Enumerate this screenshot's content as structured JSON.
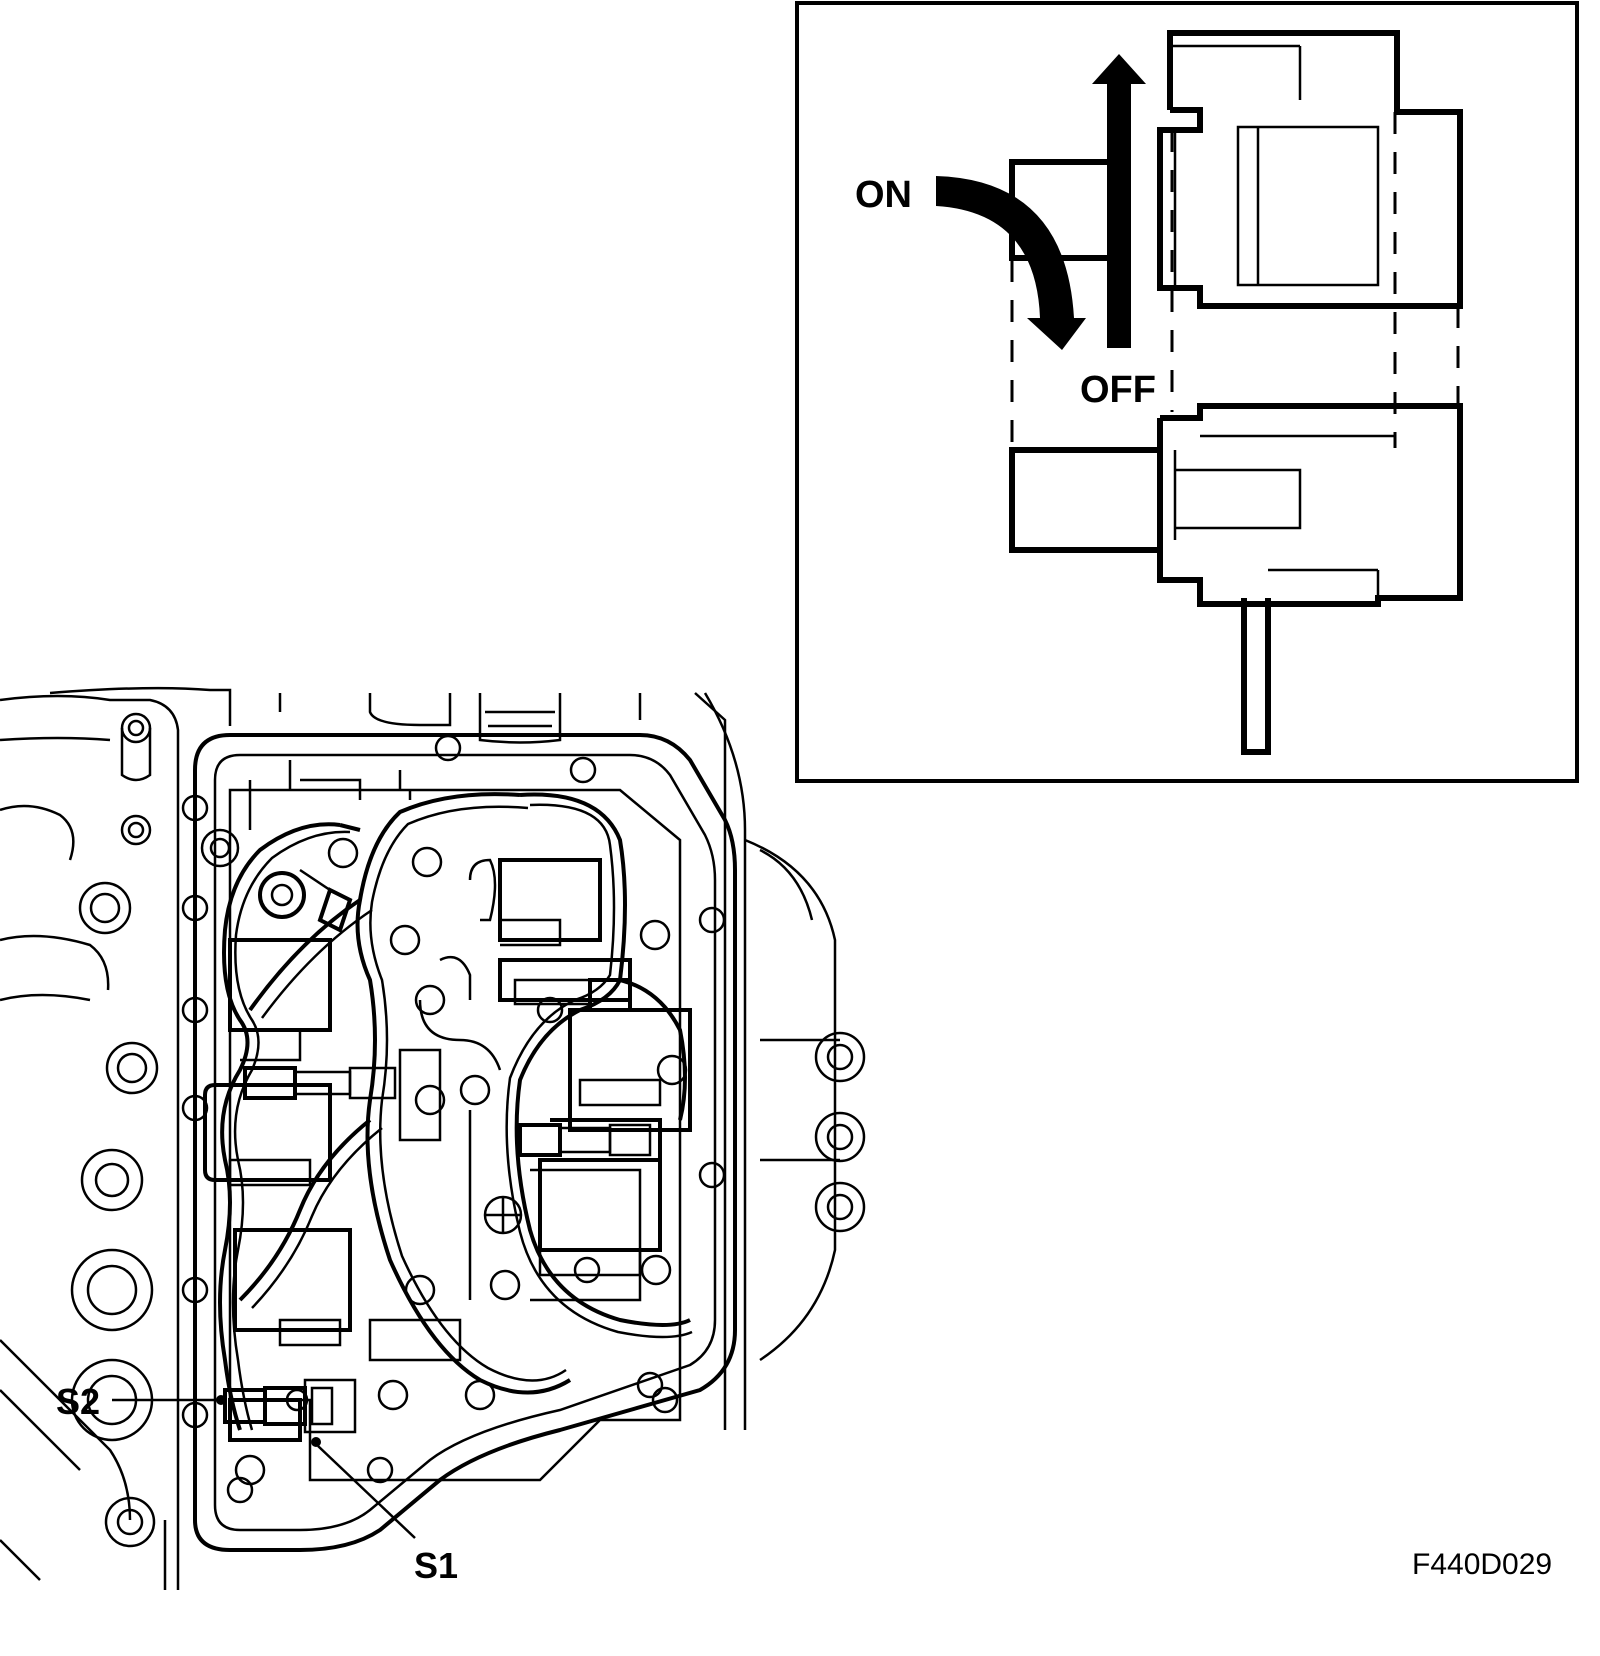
{
  "inset": {
    "on_label": "ON",
    "off_label": "OFF"
  },
  "callouts": {
    "s1": "S1",
    "s2": "S2"
  },
  "figure_code": "F440D029"
}
